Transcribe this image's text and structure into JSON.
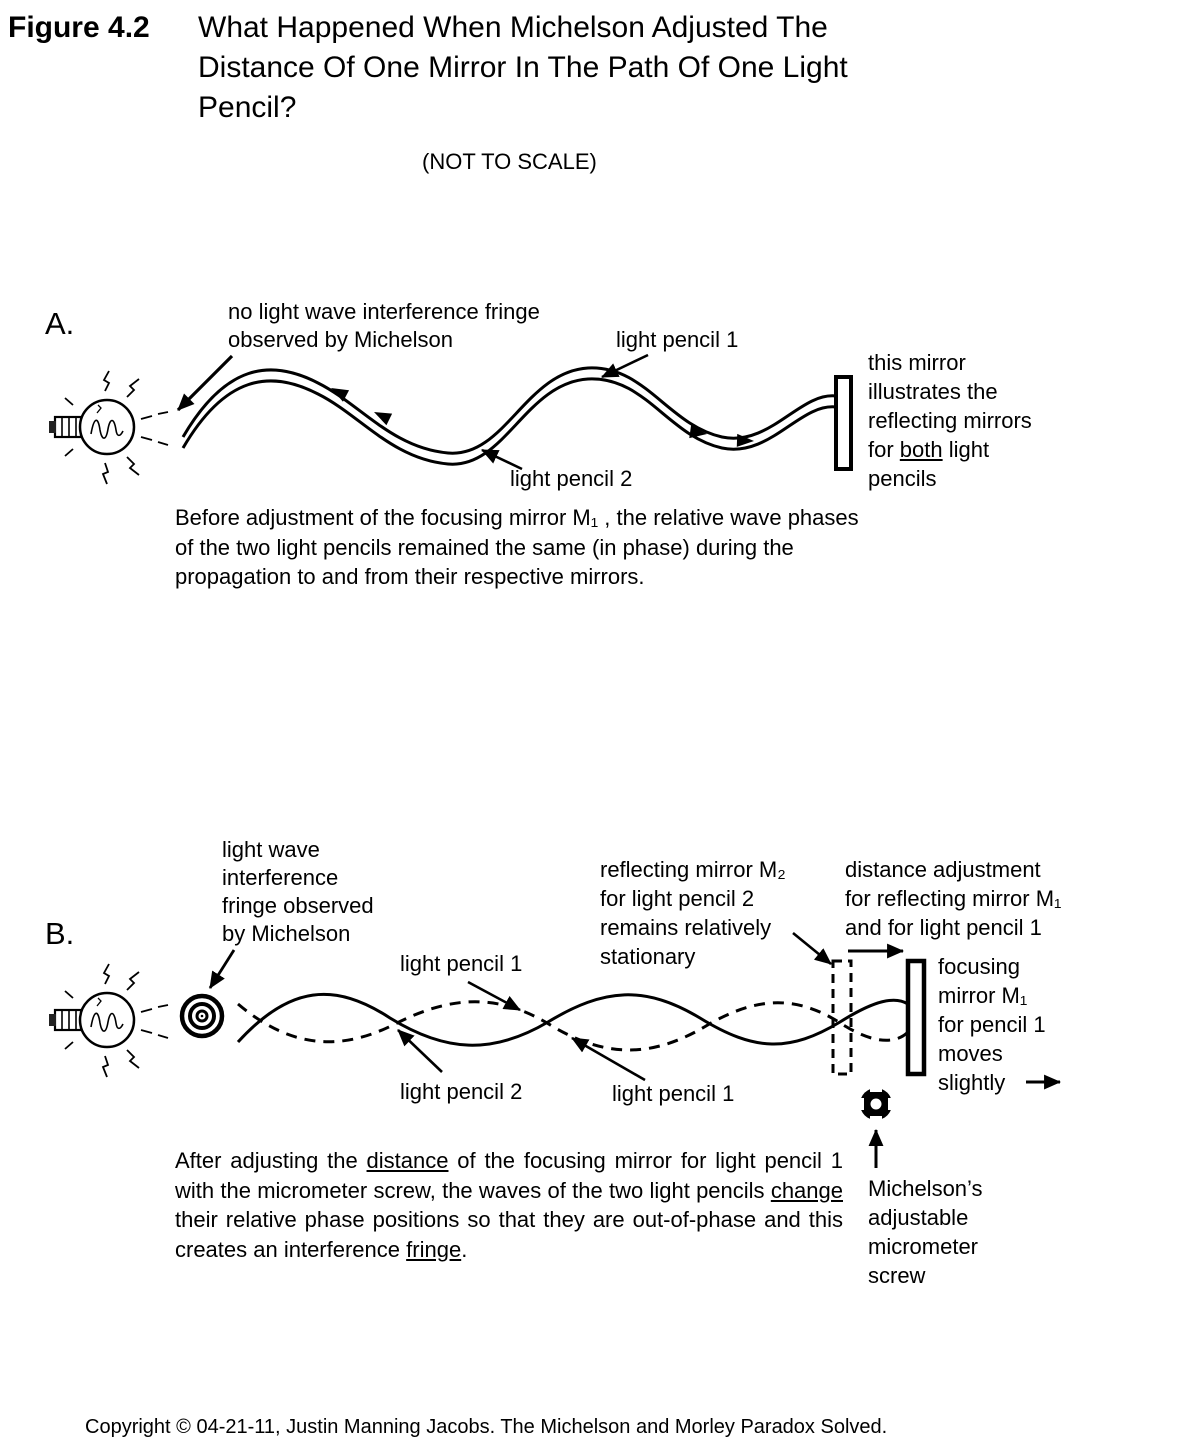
{
  "figure": {
    "label": "Figure 4.2",
    "title_lines": [
      "What Happened When Michelson Adjusted The",
      "Distance Of One Mirror In The Path Of One Light",
      "Pencil?"
    ],
    "scale_note": "(NOT  TO SCALE)"
  },
  "sectionA": {
    "label": "A.",
    "fringe_callout_lines": [
      "no light wave interference fringe",
      "observed by Michelson"
    ],
    "light_pencil_1_label": "light pencil 1",
    "light_pencil_2_label": "light pencil 2",
    "mirror_note": {
      "lines_top": [
        "this mirror",
        "illustrates the",
        "reflecting mirrors"
      ],
      "line4_pre": "for ",
      "line4_underlined": "both",
      "line4_post": " light",
      "line5": "pencils"
    },
    "paragraph": "Before adjustment of the focusing mirror M₁ , the relative wave phases of the two light pencils remained the same (in phase) during the propagation to and from their respective mirrors."
  },
  "sectionB": {
    "label": "B.",
    "fringe_callout_lines": [
      "light wave",
      "interference",
      "fringe observed",
      "by Michelson"
    ],
    "light_pencil_1_upper_label": "light pencil 1",
    "light_pencil_1_lower_label": "light pencil 1",
    "light_pencil_2_label": "light pencil 2",
    "mirror_m2_note_lines": [
      "reflecting mirror M₂",
      "for light pencil 2",
      "remains relatively",
      "stationary"
    ],
    "distance_note_lines": [
      "distance adjustment",
      "for reflecting mirror M₁",
      "and for light pencil 1"
    ],
    "focusing_note_lines": [
      "focusing",
      "mirror M₁",
      "for pencil 1",
      "moves",
      "slightly"
    ],
    "micrometer_note_lines": [
      "Michelson’s",
      "adjustable",
      "micrometer",
      "screw"
    ],
    "paragraph_segments": [
      "After adjusting the ",
      "distance",
      " of the focusing mirror for light pencil 1 with the micrometer screw, the waves of the two light pencils ",
      "change",
      " their relative phase positions so that they are out-of-phase and this creates an interference ",
      "fringe",
      "."
    ]
  },
  "footer": {
    "copyright": "Copyright © 04-21-11, Justin Manning Jacobs.  The Michelson and Morley Paradox Solved."
  }
}
